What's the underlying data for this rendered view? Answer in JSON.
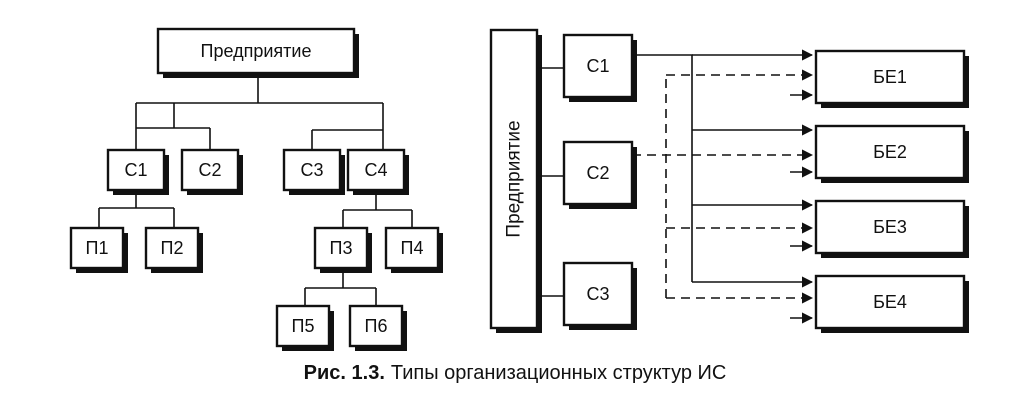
{
  "hierarchy": {
    "root": "Предприятие",
    "divisions": [
      "С1",
      "С2",
      "С3",
      "С4"
    ],
    "units": [
      "П1",
      "П2",
      "П3",
      "П4",
      "П5",
      "П6"
    ]
  },
  "matrix": {
    "enterprise": "Предприятие",
    "divisions": [
      "С1",
      "С2",
      "С3"
    ],
    "business_units": [
      "БЕ1",
      "БЕ2",
      "БЕ3",
      "БЕ4"
    ]
  },
  "caption": {
    "number": "Рис. 1.3.",
    "text": "Типы организационных структур ИС"
  }
}
